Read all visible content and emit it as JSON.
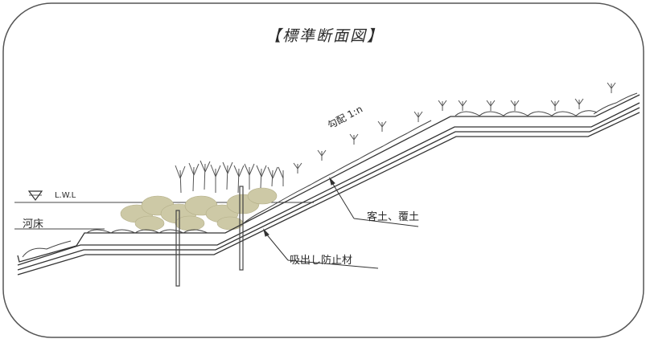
{
  "title": "【標準断面図】",
  "labels": {
    "water_level": "L.W.L",
    "riverbed": "河床",
    "slope": "勾配 1:n",
    "soil": "客土、覆土",
    "suction_prevention": "吸出し防止材"
  },
  "colors": {
    "line": "#3a3a3a",
    "vegetation_mass": "#cdc9a6",
    "background": "#ffffff"
  },
  "icons": {
    "water_level_marker": "triangle-down-icon"
  }
}
